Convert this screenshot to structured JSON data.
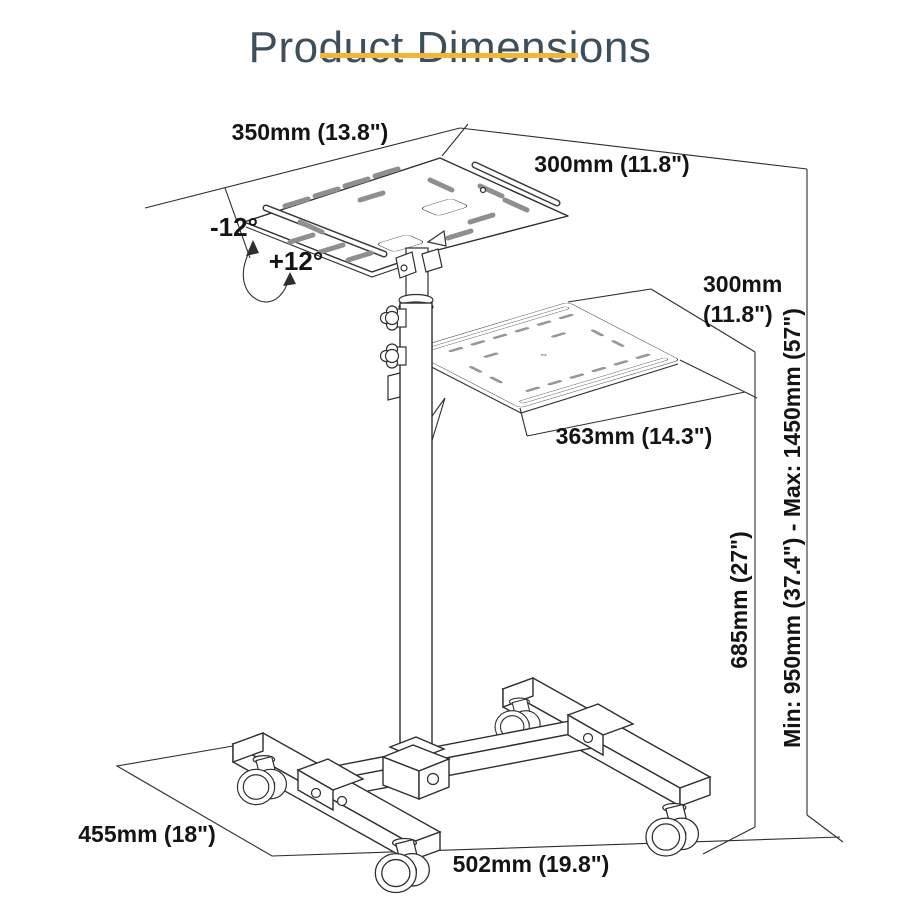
{
  "title": {
    "text": "Product Dimensions",
    "color": "#3e4f5c",
    "underline_color": "#f2b632"
  },
  "labels": {
    "tray_width": "350mm (13.8\")",
    "tray_depth": "300mm (11.8\")",
    "tilt_negative": "-12°",
    "tilt_positive": "+12°",
    "shelf_depth_line1": "300mm",
    "shelf_depth_line2": "(11.8\")",
    "shelf_width": "363mm (14.3\")",
    "shelf_height": "685mm (27\")",
    "height_range": "Min: 950mm (37.4\") - Max: 1450mm (57\")",
    "base_depth": "455mm (18\")",
    "base_width": "502mm (19.8\")"
  }
}
